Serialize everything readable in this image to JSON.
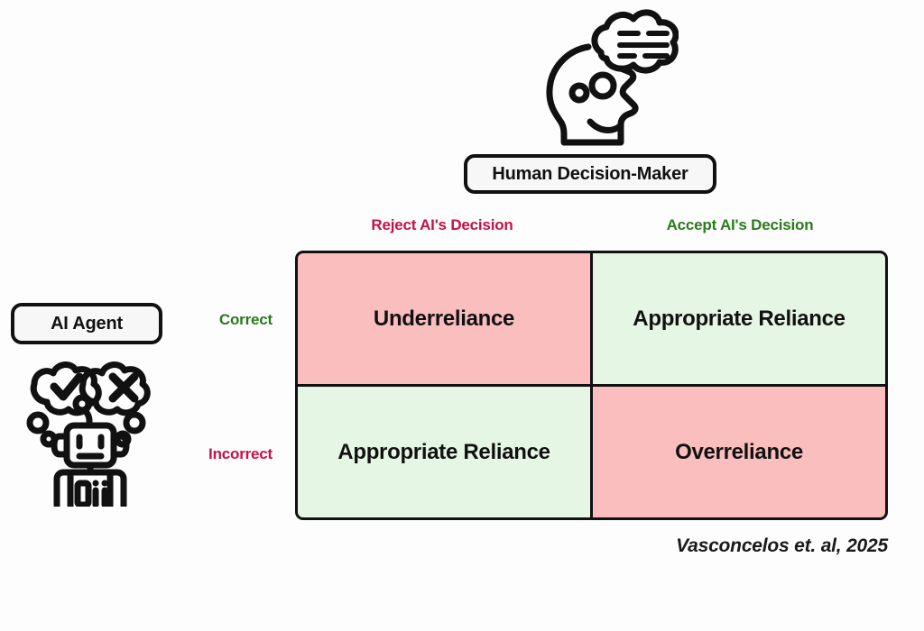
{
  "figure": {
    "background_color": "#fdfdfd",
    "citation": "Vasconcelos et. al, 2025"
  },
  "actors": {
    "human": {
      "label": "Human Decision-Maker",
      "icon": "human-head-thought-bubble-icon"
    },
    "ai": {
      "label": "AI Agent",
      "icon": "robot-check-cross-thought-bubbles-icon"
    }
  },
  "matrix": {
    "column_headers": [
      {
        "label": "Reject AI's Decision",
        "color": "#c51244"
      },
      {
        "label": "Accept AI's Decision",
        "color": "#2a7a1d"
      }
    ],
    "row_headers": [
      {
        "label": "Correct",
        "color": "#2a7a1d"
      },
      {
        "label": "Incorrect",
        "color": "#c51244"
      }
    ],
    "cells": [
      {
        "label": "Underreliance",
        "tone": "red",
        "fill": "#fbbebe"
      },
      {
        "label": "Appropriate Reliance",
        "tone": "green",
        "fill": "#e6f6e4"
      },
      {
        "label": "Appropriate Reliance",
        "tone": "green",
        "fill": "#e6f6e4"
      },
      {
        "label": "Overreliance",
        "tone": "red",
        "fill": "#fbbebe"
      }
    ]
  }
}
